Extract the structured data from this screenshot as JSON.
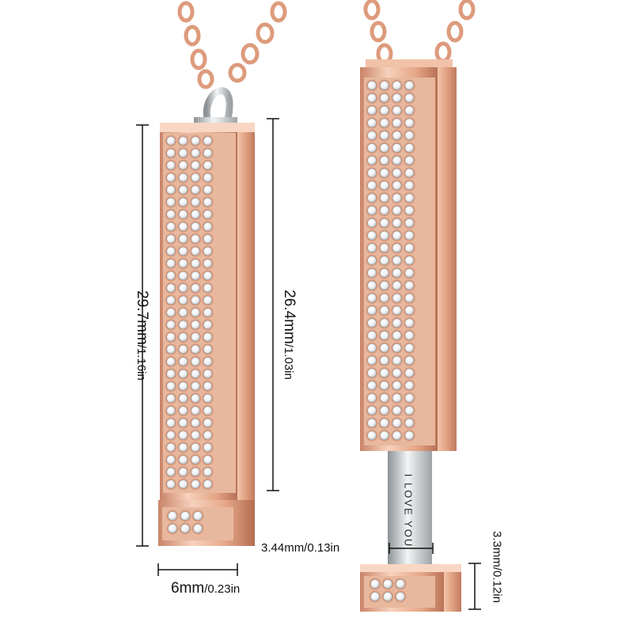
{
  "colors": {
    "rose_gold_light": "#f6cbb3",
    "rose_gold_mid": "#e3a383",
    "rose_gold_dark": "#b9735a",
    "silver": "#cfd3d6",
    "crystal": "#ffffff",
    "dimension_line": "#111111"
  },
  "left_pendant": {
    "total_height_label": "29.7mm",
    "total_height_sub": "/1.16in",
    "body_height_label": "26.4mm",
    "body_height_sub": "/1.03in",
    "width_label": "6mm",
    "width_sub": "/0.23in"
  },
  "right_pendant": {
    "engraving": "I LOVE YOU",
    "tube_width_label": "3.44mm/0.13in",
    "cap_height_label": "3.3mm/0.12in"
  }
}
